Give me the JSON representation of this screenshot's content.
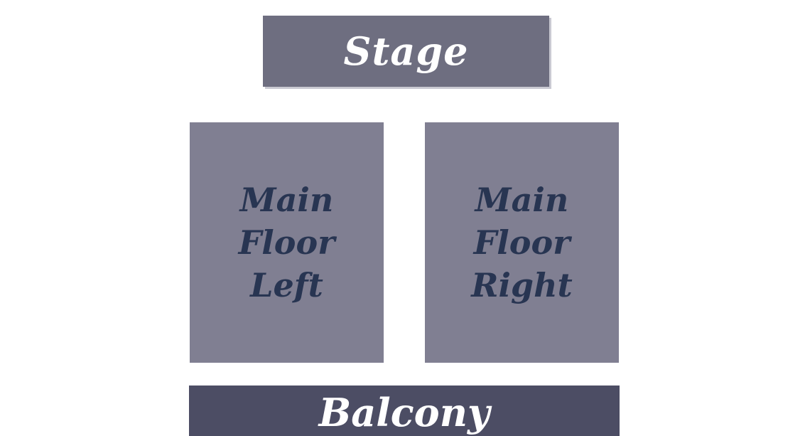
{
  "venue": {
    "stage": {
      "label": "Stage"
    },
    "main_floor_left": {
      "label": "Main Floor Left"
    },
    "main_floor_right": {
      "label": "Main Floor Right"
    },
    "balcony": {
      "label": "Balcony"
    }
  },
  "colors": {
    "stage_fill": "#6e6e80",
    "floor_fill": "#807f92",
    "floor_text": "#283552",
    "balcony_fill": "#4c4d64",
    "light_text": "#ffffff"
  }
}
